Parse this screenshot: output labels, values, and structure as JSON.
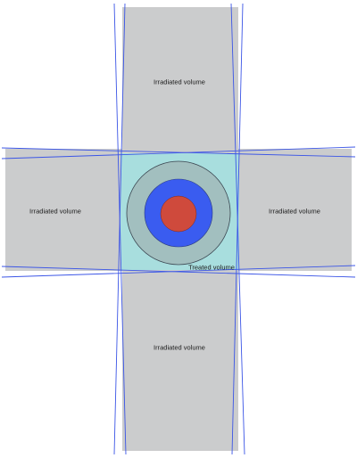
{
  "labels": {
    "top": "Irradiated volume",
    "bottom": "Irradiated volume",
    "left": "Irradiated volume",
    "right": "Irradiated volume",
    "treated": "Treated volume"
  },
  "colors": {
    "irradiated_fill": "#cbcccd",
    "treated_fill": "#a8dede",
    "outer_ring": "#a2bfbf",
    "middle_circle": "#3a5cf0",
    "inner_circle": "#cf4a3c",
    "beam_lines": "#3b55e6",
    "circle_outline": "#3a4550"
  }
}
